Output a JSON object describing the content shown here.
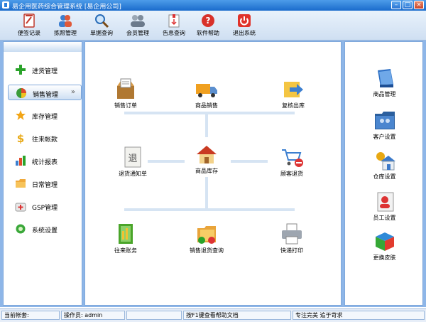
{
  "window": {
    "title": "易企用医药综合管理系统 [易企用公司]",
    "controls": [
      "minimize-icon",
      "maximize-icon",
      "close-icon"
    ]
  },
  "toolbar": {
    "items": [
      {
        "label": "便签记录",
        "icon": "note-icon"
      },
      {
        "label": "拣照管理",
        "icon": "users-icon"
      },
      {
        "label": "单据查询",
        "icon": "search-icon"
      },
      {
        "label": "会员管理",
        "icon": "members-icon"
      },
      {
        "label": "告息查询",
        "icon": "notice-icon"
      },
      {
        "label": "软件帮助",
        "icon": "help-icon"
      },
      {
        "label": "退出系统",
        "icon": "power-icon"
      }
    ]
  },
  "sidebar": {
    "items": [
      {
        "label": "进货管理",
        "icon": "plus-icon",
        "active": false
      },
      {
        "label": "销售管理",
        "icon": "pie-chart-icon",
        "active": true
      },
      {
        "label": "库存管理",
        "icon": "star-icon",
        "active": false
      },
      {
        "label": "往来帐款",
        "icon": "dollar-icon",
        "active": false
      },
      {
        "label": "统计报表",
        "icon": "bar-chart-icon",
        "active": false
      },
      {
        "label": "日常管理",
        "icon": "folder-icon",
        "active": false
      },
      {
        "label": "GSP管理",
        "icon": "medical-kit-icon",
        "active": false
      },
      {
        "label": "系统设置",
        "icon": "gear-icon",
        "active": false
      }
    ],
    "active_chevron": "»"
  },
  "workflow": {
    "sales_order": "销售订单",
    "product_sales": "商品销售",
    "review_outbound": "复核出库",
    "return_notice": "退货通知单",
    "return_notice_glyph": "退",
    "inventory": "商品库存",
    "customer_return": "顾客退货",
    "accounts": "往来账务",
    "sales_return_query": "销售退货查询",
    "quick_print": "快递打印"
  },
  "right_panel": {
    "items": [
      {
        "label": "商品管理",
        "icon": "product-book-icon"
      },
      {
        "label": "客户设置",
        "icon": "customer-folder-icon"
      },
      {
        "label": "仓库设置",
        "icon": "warehouse-icon"
      },
      {
        "label": "员工设置",
        "icon": "staff-icon"
      },
      {
        "label": "更换皮肤",
        "icon": "skin-cube-icon"
      }
    ]
  },
  "statusbar": {
    "account": "当前帐套:",
    "operator": "操作员: admin",
    "hint": "按F1键查看帮助文档",
    "slogan": "专注完美 追于苛求"
  }
}
